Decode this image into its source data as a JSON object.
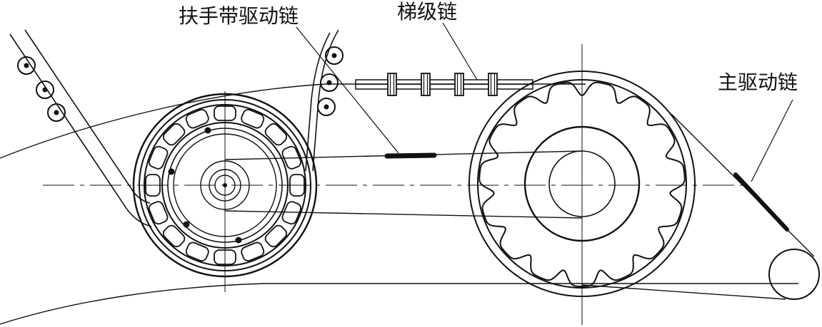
{
  "labels": {
    "handrail_drive_chain": "扶手带驱动链",
    "step_chain": "梯级链",
    "main_drive_chain": "主驱动链"
  },
  "colors": {
    "line": "#111111",
    "background": "#ffffff"
  }
}
